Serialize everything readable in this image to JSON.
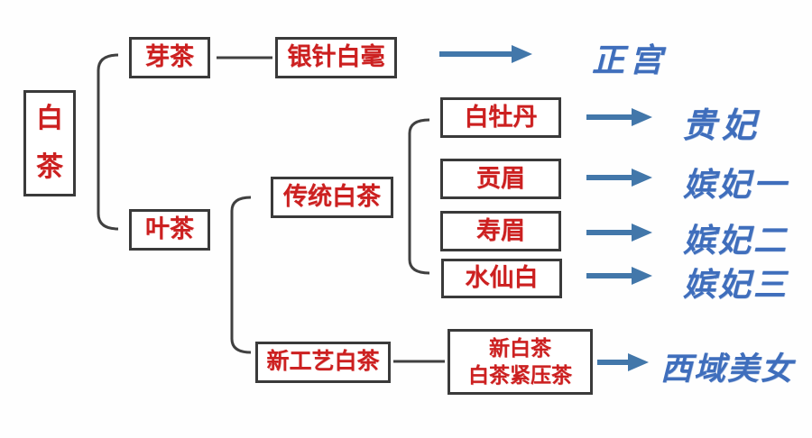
{
  "diagram": {
    "description": "白茶分类流程图",
    "root": {
      "label": "白茶"
    },
    "nodes": {
      "yacha": {
        "label": "芽茶"
      },
      "yinzhen_baihao": {
        "label": "银针白毫"
      },
      "yecha": {
        "label": "叶茶"
      },
      "chuantong_baicha": {
        "label": "传统白茶"
      },
      "bai_mudan": {
        "label": "白牡丹"
      },
      "gongmei": {
        "label": "贡眉"
      },
      "shoumei": {
        "label": "寿眉"
      },
      "shuixian_bai": {
        "label": "水仙白"
      },
      "xin_gongyi_baicha": {
        "label": "新工艺白茶"
      },
      "xin_baicha": {
        "line1": "新白茶",
        "line2": "白茶紧压茶"
      }
    },
    "grades": {
      "zhenggong": "正宫",
      "guifei": "贵妃",
      "pinfei_1": "嫔妃一",
      "pinfei_2": "嫔妃二",
      "pinfei_3": "嫔妃三",
      "xiyu_meinv": "西域美女"
    },
    "colors": {
      "box_text_red": "#cc2020",
      "box_border": "#3a3a3a",
      "arrow_blue": "#4277aa",
      "grade_text_blue": "#3f6ebc",
      "connector_dark": "#404040",
      "background": "#ffffff"
    }
  }
}
